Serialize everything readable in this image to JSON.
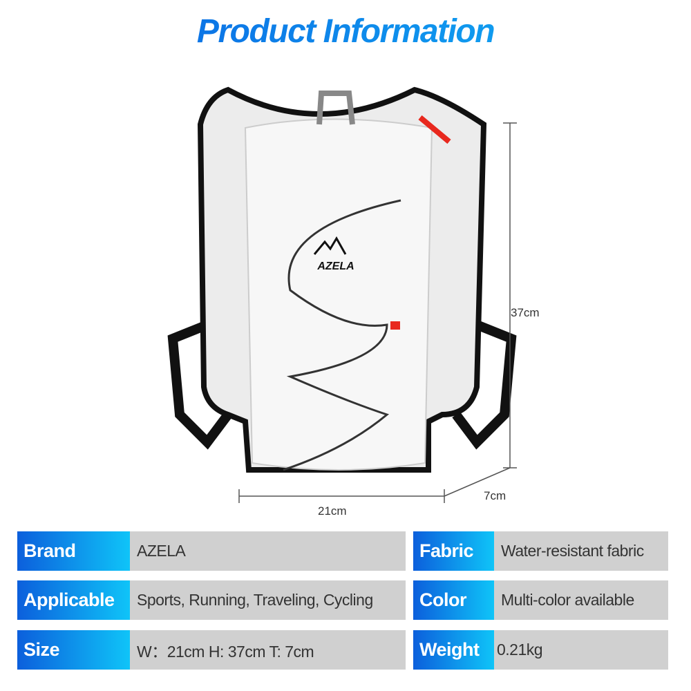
{
  "title": "Product Information",
  "product": {
    "logo_text": "AZELA",
    "colors": {
      "body": "#f2f2f2",
      "trim": "#111111",
      "accent": "#e8281e"
    }
  },
  "dimensions": {
    "height": "37cm",
    "width": "21cm",
    "thickness": "7cm"
  },
  "specs_left": [
    {
      "label": "Brand",
      "value": "AZELA"
    },
    {
      "label": "Applicable",
      "value": "Sports, Running, Traveling, Cycling"
    },
    {
      "label": "Size",
      "value": "W：21cm H: 37cm T: 7cm"
    }
  ],
  "specs_right": [
    {
      "label": "Fabric",
      "value": "Water-resistant fabric"
    },
    {
      "label": "Color",
      "value": "Multi-color available"
    },
    {
      "label": "Weight",
      "value": "0.21kg"
    }
  ]
}
